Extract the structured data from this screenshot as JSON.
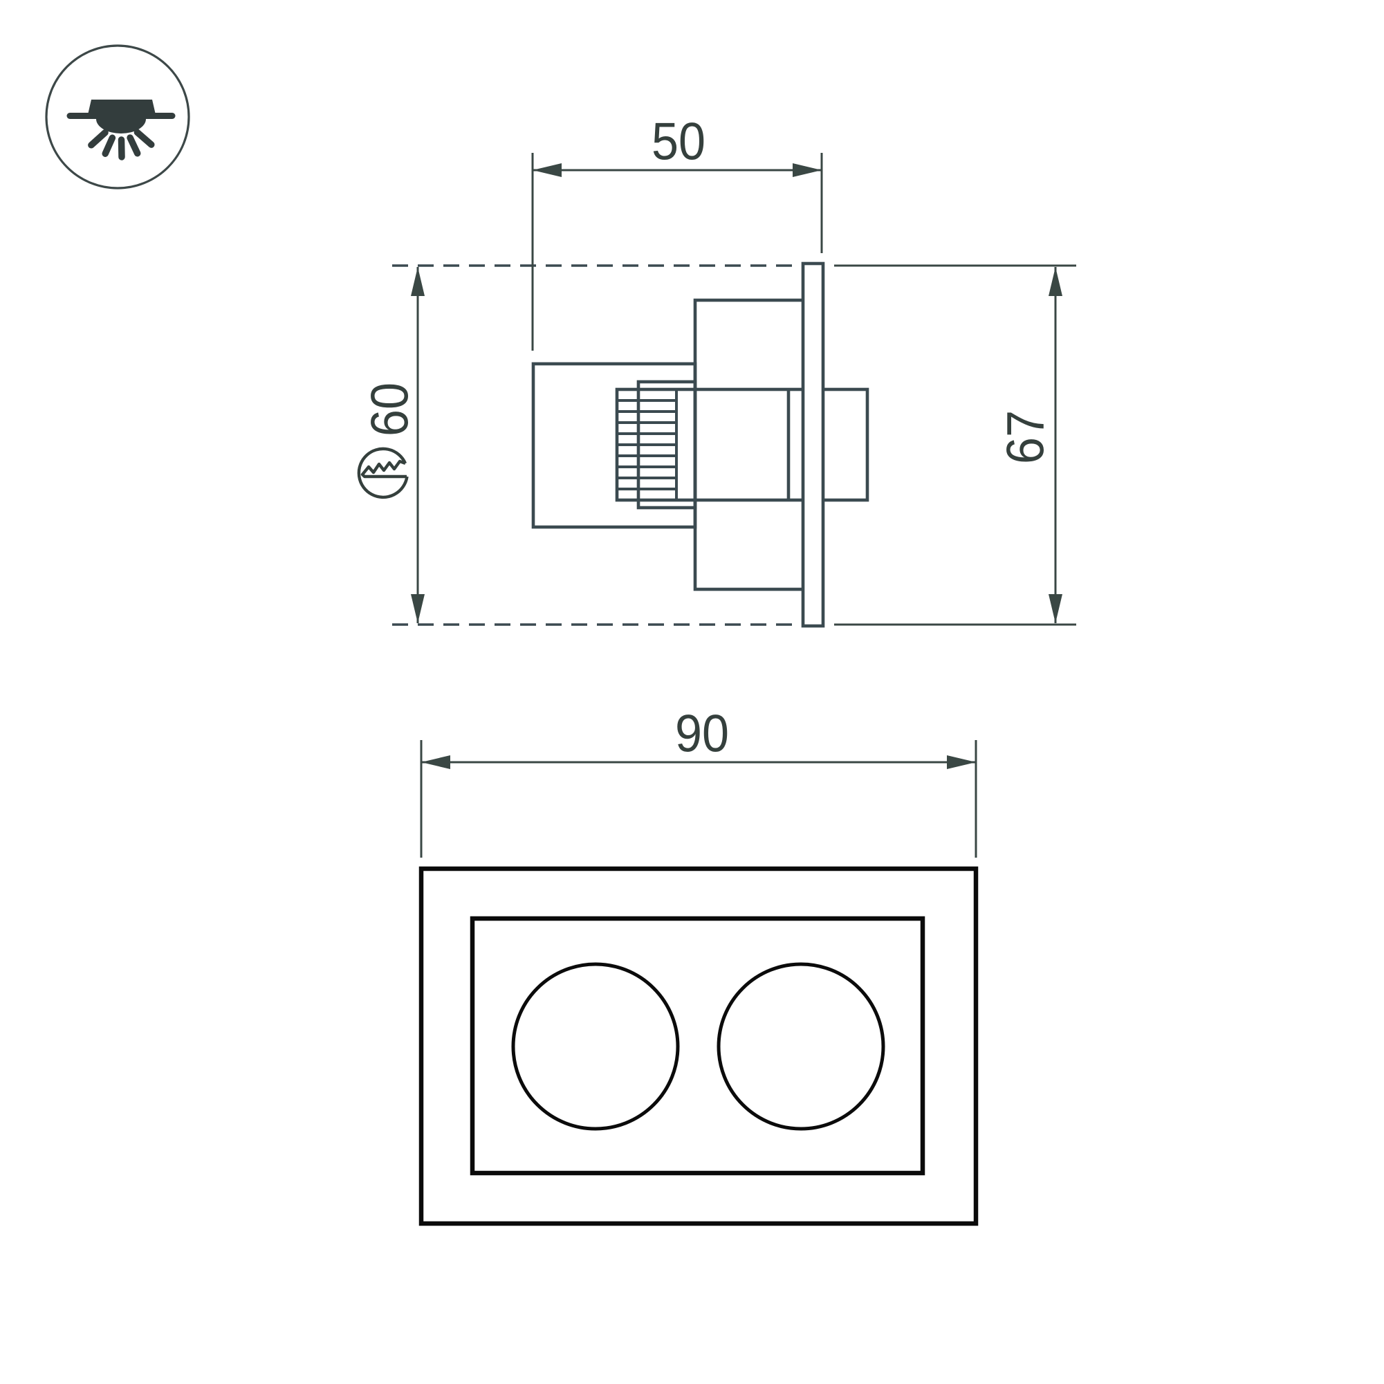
{
  "drawing": {
    "background": "#ffffff",
    "colors": {
      "dimension_lines": "#3a4744",
      "side_view_lines": "#3b4a50",
      "plan_view_lines": "#0b0b0b",
      "icon": "#333d3d"
    },
    "badge": {
      "icon": "recessed-downlight-icon",
      "meaning": "recessed ceiling mounting, light directed downwards"
    },
    "side_view": {
      "dim_depth": {
        "label": "50"
      },
      "dim_cutout": {
        "label": "60",
        "icon": "combustible-surface-symbol"
      },
      "dim_height": {
        "label": "67"
      }
    },
    "plan_view": {
      "dim_width": {
        "label": "90"
      },
      "lamp_openings": 2
    }
  }
}
